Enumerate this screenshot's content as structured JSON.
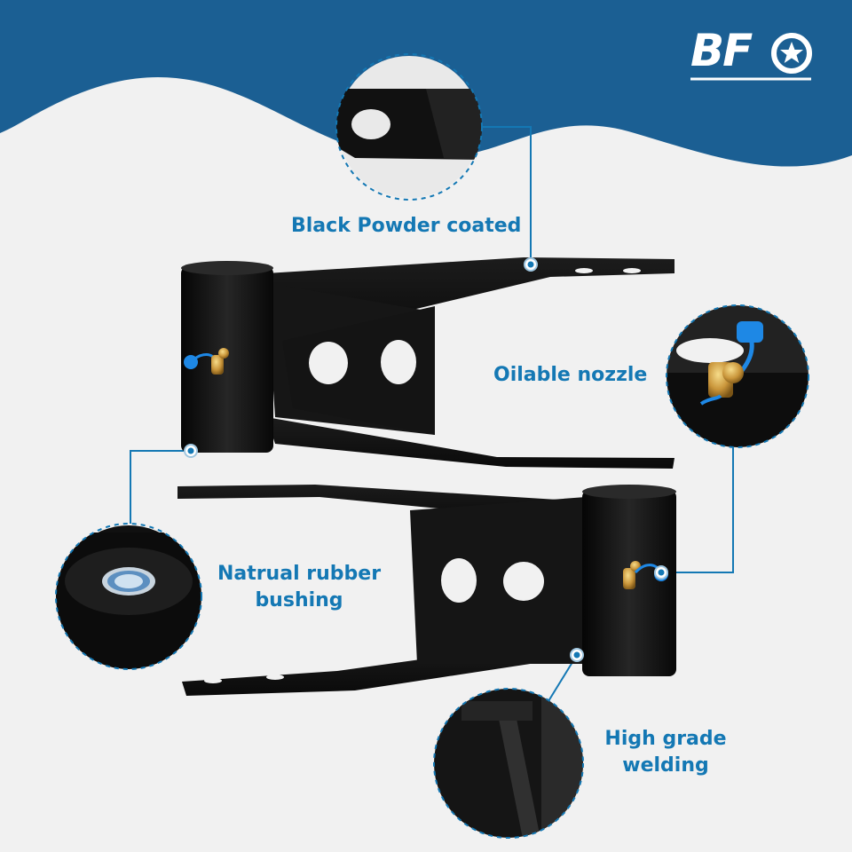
{
  "brand": {
    "logo_text": "BF",
    "logo_icon": "star-in-circle-icon",
    "colors": {
      "primary_blue": "#1b5f93",
      "label_blue": "#1478b4",
      "background": "#f1f1f1",
      "metal": "#111111"
    }
  },
  "callouts": {
    "powder_coat": "Black Powder coated",
    "nozzle": "Oilable nozzle",
    "bushing_line1": "Natrual rubber",
    "bushing_line2": "bushing",
    "welding_line1": "High grade",
    "welding_line2": "welding"
  }
}
